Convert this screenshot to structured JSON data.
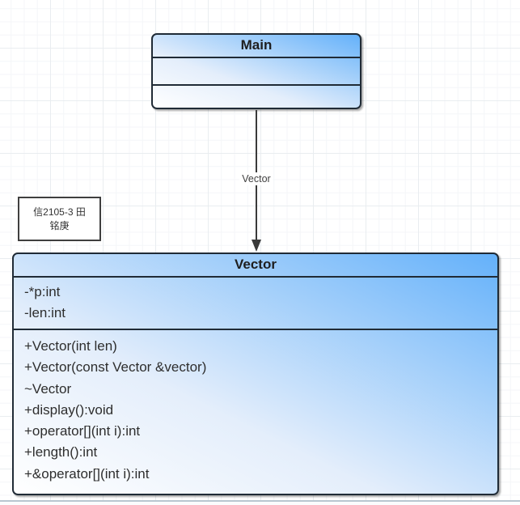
{
  "main_class": {
    "title": "Main",
    "attributes": [],
    "methods": []
  },
  "vector_class": {
    "title": "Vector",
    "attributes": [
      "-*p:int",
      "-len:int"
    ],
    "methods": [
      "+Vector(int len)",
      "+Vector(const Vector &vector)",
      "~Vector",
      "+display():void",
      "+operator[](int i):int",
      "+length():int",
      "+&operator[](int i):int"
    ]
  },
  "edge": {
    "label": "Vector",
    "from": "Main",
    "to": "Vector"
  },
  "annotation": {
    "text": "信2105-3 田\n铭庚"
  },
  "colors": {
    "gradient_start": "#ffffff",
    "gradient_end": "#64b1fa",
    "border": "#202b36",
    "edge": "#3a3a3a",
    "text": "#2e2e2e",
    "grid_minor": "#f4f6f8",
    "grid_major": "#e9edf0"
  }
}
